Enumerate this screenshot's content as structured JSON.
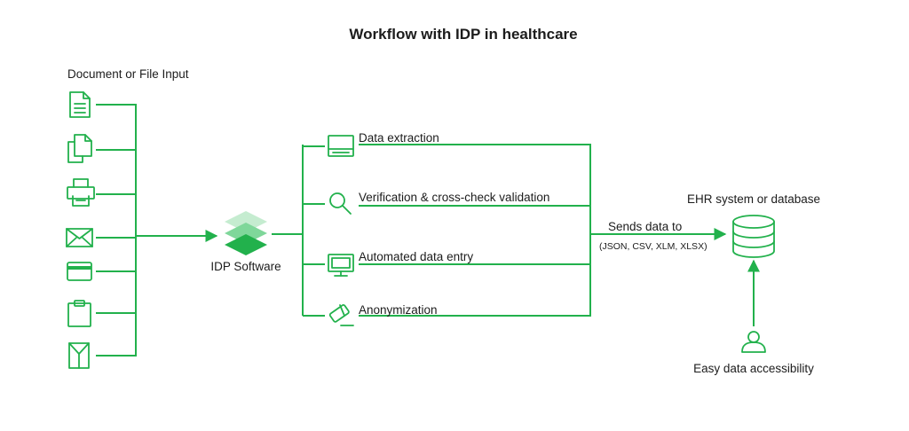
{
  "title": "Workflow with IDP in healthcare",
  "input": {
    "label": "Document or File Input",
    "icons": [
      "document-icon",
      "copy-documents-icon",
      "printer-fax-icon",
      "email-envelope-icon",
      "card-icon",
      "clipboard-icon",
      "folder-icon"
    ]
  },
  "software": {
    "label": "IDP Software",
    "icon": "layers-icon"
  },
  "steps": [
    {
      "label": "Data extraction",
      "icon": "extraction-window-icon"
    },
    {
      "label": "Verification & cross-check validation",
      "icon": "magnifier-icon"
    },
    {
      "label": "Automated data entry",
      "icon": "monitor-icon"
    },
    {
      "label": "Anonymization",
      "icon": "eraser-icon"
    }
  ],
  "output": {
    "arrow_label": "Sends data to",
    "formats": "(JSON, CSV, XLM, XLSX)",
    "target_label": "EHR system or database",
    "target_icon": "database-icon"
  },
  "user": {
    "label": "Easy data accessibility",
    "icon": "user-icon"
  },
  "colors": {
    "accent": "#22b14c",
    "accent_light": "#bfe8c8",
    "accent_mid": "#7ad591",
    "text": "#1c1c1c"
  }
}
